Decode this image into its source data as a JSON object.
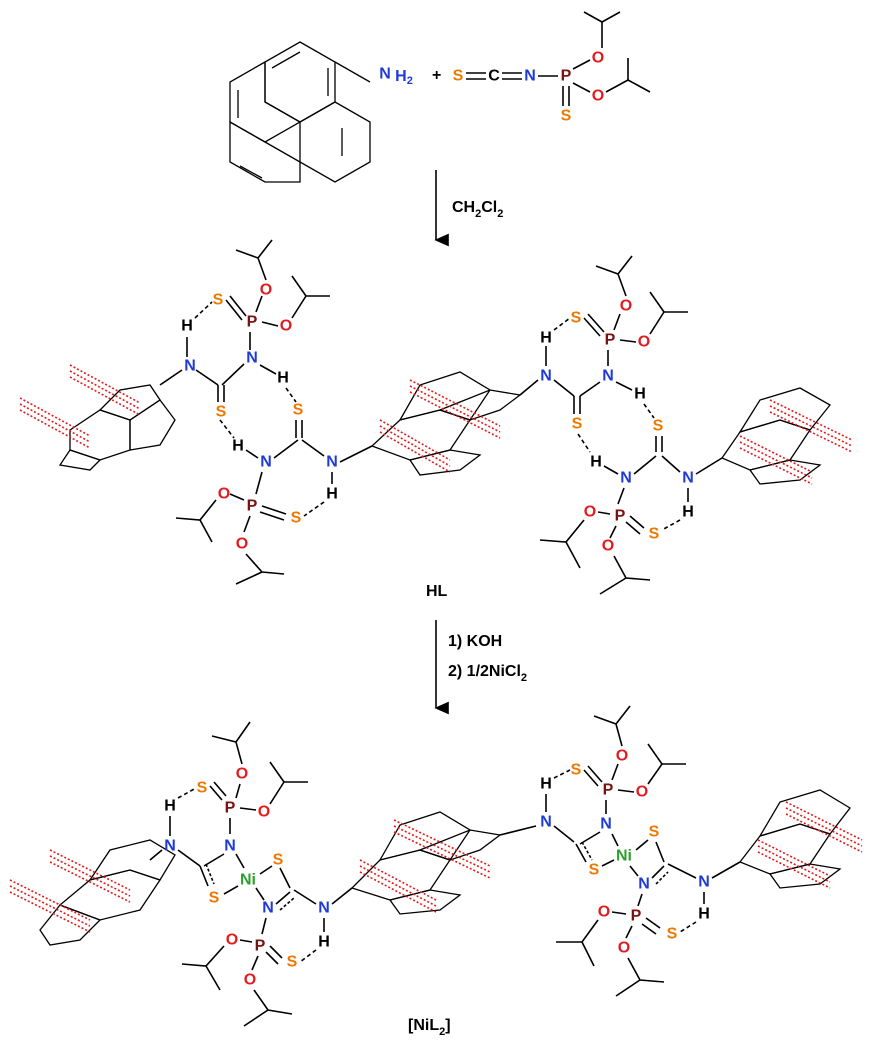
{
  "colors": {
    "S": "#f07800",
    "N": "#1f3bd6",
    "O": "#e41a1c",
    "P": "#7a1010",
    "Ni": "#2ca02c",
    "H": "#000000",
    "stack": "#e41a1c"
  },
  "reactant": {
    "amine_N": "N",
    "amine_H2_main": "H",
    "amine_H2_sub": "2",
    "plus": "+",
    "iso_S": "S",
    "iso_C": "C",
    "iso_N": "N",
    "iso_P": "P",
    "iso_S2": "S",
    "iso_O1": "O",
    "iso_O2": "O"
  },
  "step1": {
    "reagent_main": "CH",
    "reagent_sub1": "2",
    "reagent_mid": "Cl",
    "reagent_sub2": "2"
  },
  "hl": {
    "label": "HL"
  },
  "step2": {
    "line1": "1) KOH",
    "line2_main": "2) 1/2NiCl",
    "line2_sub": "2"
  },
  "nil2": {
    "label_main": "[NiL",
    "label_sub": "2",
    "label_end": "]",
    "metal": "Ni"
  },
  "atoms": {
    "S": "S",
    "N": "N",
    "O": "O",
    "P": "P",
    "H": "H"
  }
}
